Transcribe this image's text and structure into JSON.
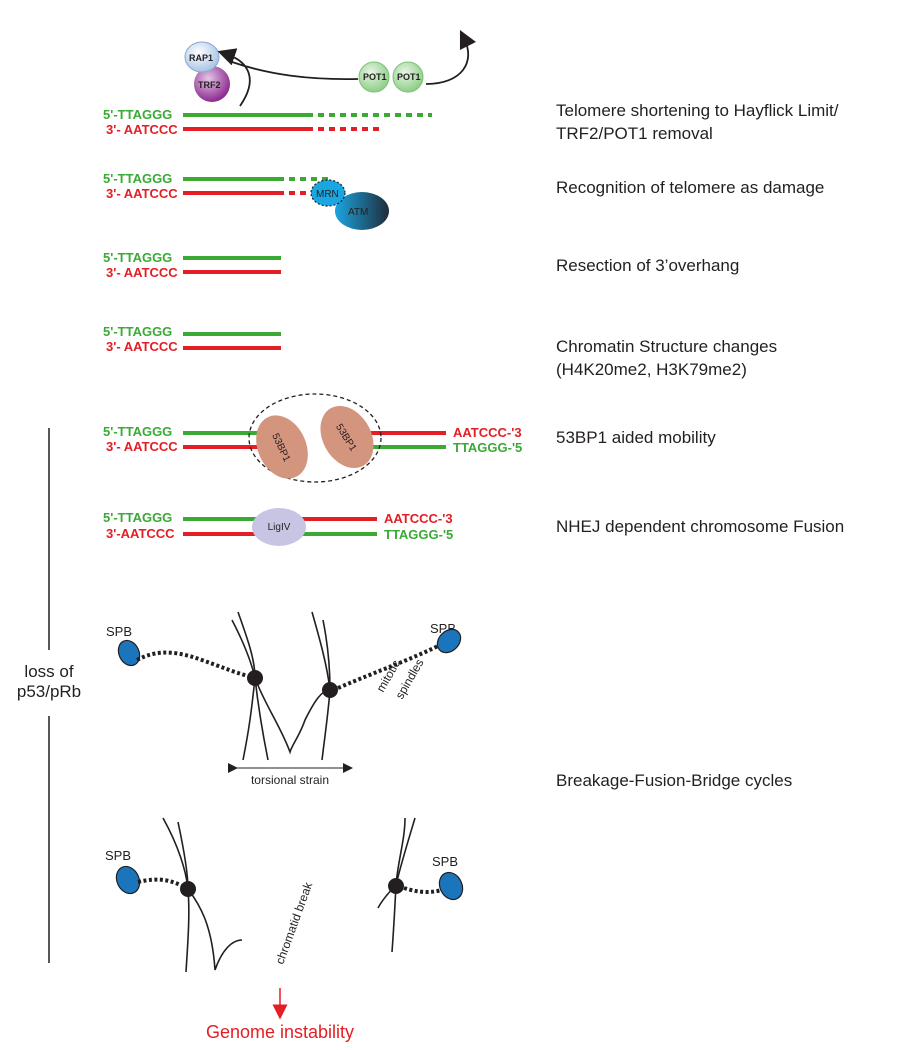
{
  "colors": {
    "green_strand": "#3aaa35",
    "red_strand": "#e31e24",
    "spb": "#1b75bc",
    "bp53": "#d4957e",
    "ligiv": "#c7c5e3",
    "pot1": "#a8d9a3"
  },
  "strands": {
    "s1": {
      "top": "5'-TTAGGG",
      "bottom": "3'- AATCCC"
    },
    "s2": {
      "top": "5'-TTAGGG",
      "bottom": "3'- AATCCC"
    },
    "s3": {
      "top": "5'-TTAGGG",
      "bottom": "3'- AATCCC"
    },
    "s4": {
      "top": "5'-TTAGGG",
      "bottom": "3'- AATCCC"
    },
    "s5": {
      "top": "5'-TTAGGG",
      "bottom": "3'- AATCCC",
      "right_top": "AATCCC-'3",
      "right_bottom": "TTAGGG-'5"
    },
    "s6": {
      "top": "5'-TTAGGG",
      "bottom": "3'-AATCCC",
      "right_top": "AATCCC-'3",
      "right_bottom": "TTAGGG-'5"
    }
  },
  "proteins": {
    "rap1": "RAP1",
    "trf2": "TRF2",
    "pot1_a": "POT1",
    "pot1_b": "POT1",
    "mrn": "MRN",
    "atm": "ATM",
    "bp53_a": "53BP1",
    "bp53_b": "53BP1",
    "ligiv": "LigIV"
  },
  "steps": {
    "step1_line1": "Telomere shortening to Hayflick Limit/",
    "step1_line2": "TRF2/POT1 removal",
    "step2": "Recognition of telomere as damage",
    "step3": "Resection of 3’overhang",
    "step4_line1": "Chromatin Structure changes",
    "step4_line2": "(H4K20me2, H3K79me2)",
    "step5": "53BP1 aided mobility",
    "step6": "NHEJ dependent chromosome Fusion",
    "step7": "Breakage-Fusion-Bridge cycles"
  },
  "side_label": {
    "line1": "loss of",
    "line2": "p53/pRb"
  },
  "bfb": {
    "spb_left_top": "SPB",
    "spb_right_top": "SPB",
    "spb_left_bottom": "SPB",
    "spb_right_bottom": "SPB",
    "mitotic_line1": "mitotic",
    "mitotic_line2": "spindles",
    "torsional": "torsional strain",
    "chromatid_break": "chromatid break"
  },
  "outcome": "Genome instability"
}
